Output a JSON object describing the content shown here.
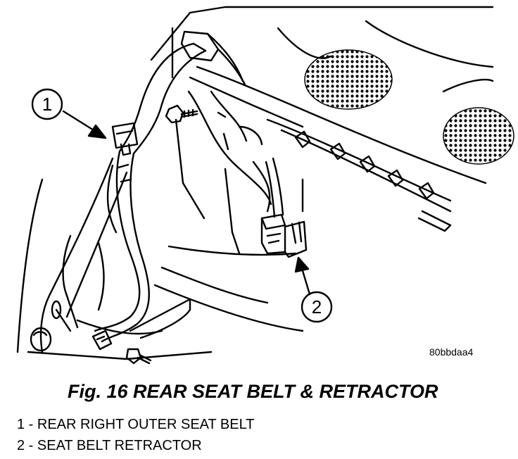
{
  "figure": {
    "callouts": [
      {
        "number": "1"
      },
      {
        "number": "2"
      }
    ],
    "image_code": "80bbdaa4"
  },
  "caption": "Fig. 16 REAR SEAT BELT & RETRACTOR",
  "legend": [
    "1 - REAR RIGHT OUTER SEAT BELT",
    "2 - SEAT BELT RETRACTOR"
  ]
}
